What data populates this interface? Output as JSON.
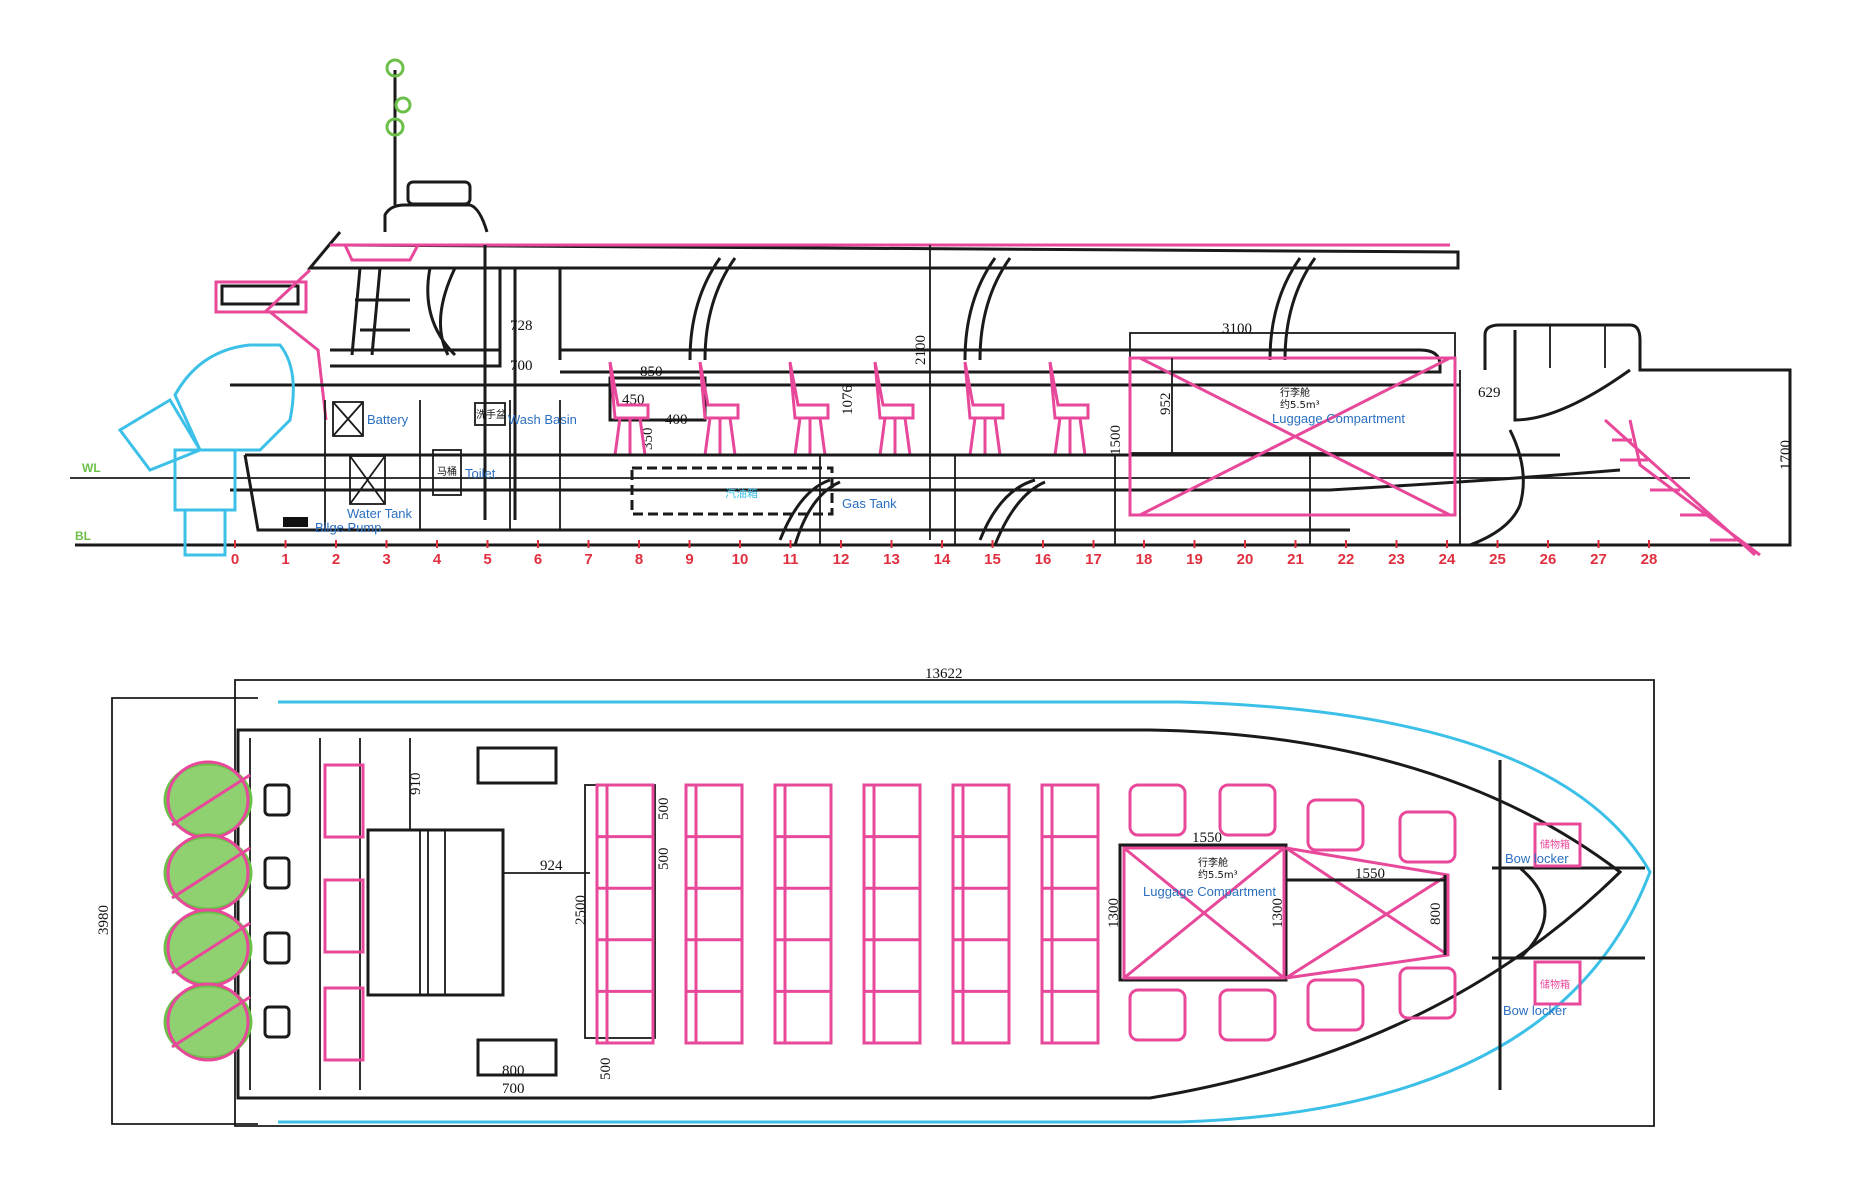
{
  "colors": {
    "structure": "#1a1a1a",
    "furniture": "#e8489a",
    "hull_outline": "#3cc0e8",
    "lifesaving": "#6cc04a",
    "frame_numbers": "#e03040",
    "labels": "#2a6fc0"
  },
  "side_view": {
    "frame_numbers": [
      "0",
      "1",
      "2",
      "3",
      "4",
      "5",
      "6",
      "7",
      "8",
      "9",
      "10",
      "11",
      "12",
      "13",
      "14",
      "15",
      "16",
      "17",
      "18",
      "19",
      "20",
      "21",
      "22",
      "23",
      "24",
      "25",
      "26",
      "27",
      "28"
    ],
    "dimensions": {
      "d728": "728",
      "d700": "700",
      "d850": "850",
      "d450": "450",
      "d400": "400",
      "d350": "350",
      "d1076": "1076",
      "d2100": "2100",
      "d3100": "3100",
      "d952": "952",
      "d1500": "1500",
      "d629": "629",
      "d1700": "1700"
    },
    "labels": {
      "battery": "Battery",
      "wash_basin": "Wash Basin",
      "toilet": "Toilet",
      "water_tank": "Water Tank",
      "bilge_pump": "Bilge Pump",
      "gas_tank": "Gas Tank",
      "luggage": "Luggage Compartment"
    },
    "cn_labels": {
      "wash_basin": "洗手盆",
      "toilet": "马桶",
      "luggage_1": "行李舱",
      "luggage_2": "约5.5m³",
      "gas_tank": "汽油箱"
    },
    "markers": {
      "wl": "WL",
      "bl": "BL"
    }
  },
  "plan_view": {
    "dimensions": {
      "overall_length": "13622",
      "beam": "3980",
      "d910": "910",
      "d924": "924",
      "d2500": "2500",
      "d500a": "500",
      "d500b": "500",
      "d500c": "500",
      "d800": "800",
      "d700": "700",
      "d1550a": "1550",
      "d1550b": "1550",
      "d1300a": "1300",
      "d1300b": "1300",
      "d800b": "800"
    },
    "labels": {
      "luggage": "Luggage Compartment",
      "bow_locker_1": "Bow locker",
      "bow_locker_2": "Bow locker"
    },
    "cn_labels": {
      "luggage_1": "行李舱",
      "luggage_2": "约5.5m³",
      "locker_1": "储物箱",
      "locker_2": "储物箱"
    },
    "bench_rows": 6,
    "seats_per_bench": 5
  }
}
